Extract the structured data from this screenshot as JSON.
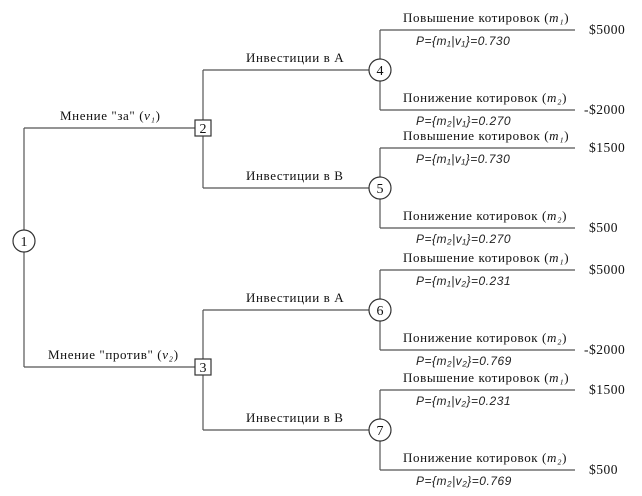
{
  "root": {
    "id": "1"
  },
  "opinions": [
    {
      "label": "Мнение \"за\" (",
      "var": "v₁",
      "close": ")",
      "node": "2",
      "investments": [
        {
          "label": "Инвестиции в А",
          "node": "4",
          "outcomes": [
            {
              "label": "Повышение котировок (",
              "var": "m₁",
              "close": ")",
              "prob": "P={m₁|v₁}=0.730",
              "payoff": "$5000"
            },
            {
              "label": "Понижение котировок (",
              "var": "m₂",
              "close": ")",
              "prob": "P={m₂|v₁}=0.270",
              "payoff": "-$2000"
            }
          ]
        },
        {
          "label": "Инвестиции в В",
          "node": "5",
          "outcomes": [
            {
              "label": "Повышение котировок (",
              "var": "m₁",
              "close": ")",
              "prob": "P={m₁|v₁}=0.730",
              "payoff": "$1500"
            },
            {
              "label": "Понижение котировок (",
              "var": "m₂",
              "close": ")",
              "prob": "P={m₂|v₁}=0.270",
              "payoff": "$500"
            }
          ]
        }
      ]
    },
    {
      "label": "Мнение \"против\" (",
      "var": "v₂",
      "close": ")",
      "node": "3",
      "investments": [
        {
          "label": "Инвестиции в А",
          "node": "6",
          "outcomes": [
            {
              "label": "Повышение котировок (",
              "var": "m₁",
              "close": ")",
              "prob": "P={m₁|v₂}=0.231",
              "payoff": "$5000"
            },
            {
              "label": "Понижение котировок (",
              "var": "m₂",
              "close": ")",
              "prob": "P={m₂|v₂}=0.769",
              "payoff": "-$2000"
            }
          ]
        },
        {
          "label": "Инвестиции в В",
          "node": "7",
          "outcomes": [
            {
              "label": "Повышение котировок (",
              "var": "m₁",
              "close": ")",
              "prob": "P={m₁|v₂}=0.231",
              "payoff": "$1500"
            },
            {
              "label": "Понижение котировок (",
              "var": "m₂",
              "close": ")",
              "prob": "P={m₂|v₂}=0.769",
              "payoff": "$500"
            }
          ]
        }
      ]
    }
  ]
}
